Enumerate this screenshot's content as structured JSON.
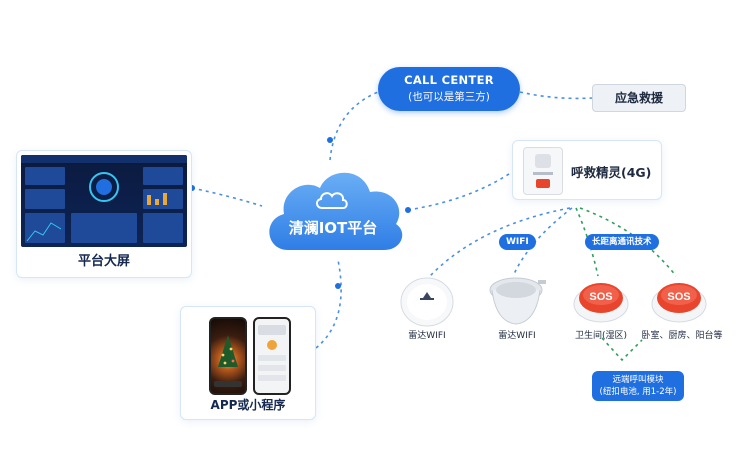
{
  "platform": {
    "label": "平台大屏"
  },
  "app": {
    "label": "APP或小程序"
  },
  "cloud": {
    "label": "清澜IOT平台"
  },
  "call_center": {
    "line1": "CALL CENTER",
    "line2": "(也可以是第三方)"
  },
  "emergency": {
    "label": "应急救援"
  },
  "rescue": {
    "label": "呼救精灵(4G)"
  },
  "tags": {
    "wifi": "WIFI",
    "long_range": "长距离通讯技术"
  },
  "devices": [
    {
      "label": "雷达WIFI"
    },
    {
      "label": "雷达WIFI"
    },
    {
      "label": "卫生间(湿区)"
    },
    {
      "label": "卧室、厨房、阳台等"
    }
  ],
  "sos_text": "SOS",
  "remote_module": {
    "line1": "远端呼叫模块",
    "line2": "(纽扣电池, 用1-2年)"
  },
  "colors": {
    "accent": "#1f6fe0",
    "cloud": "#3d8ae8",
    "sos": "#e8452c",
    "link_blue": "#4a90e2",
    "link_green": "#2e9e5b"
  }
}
